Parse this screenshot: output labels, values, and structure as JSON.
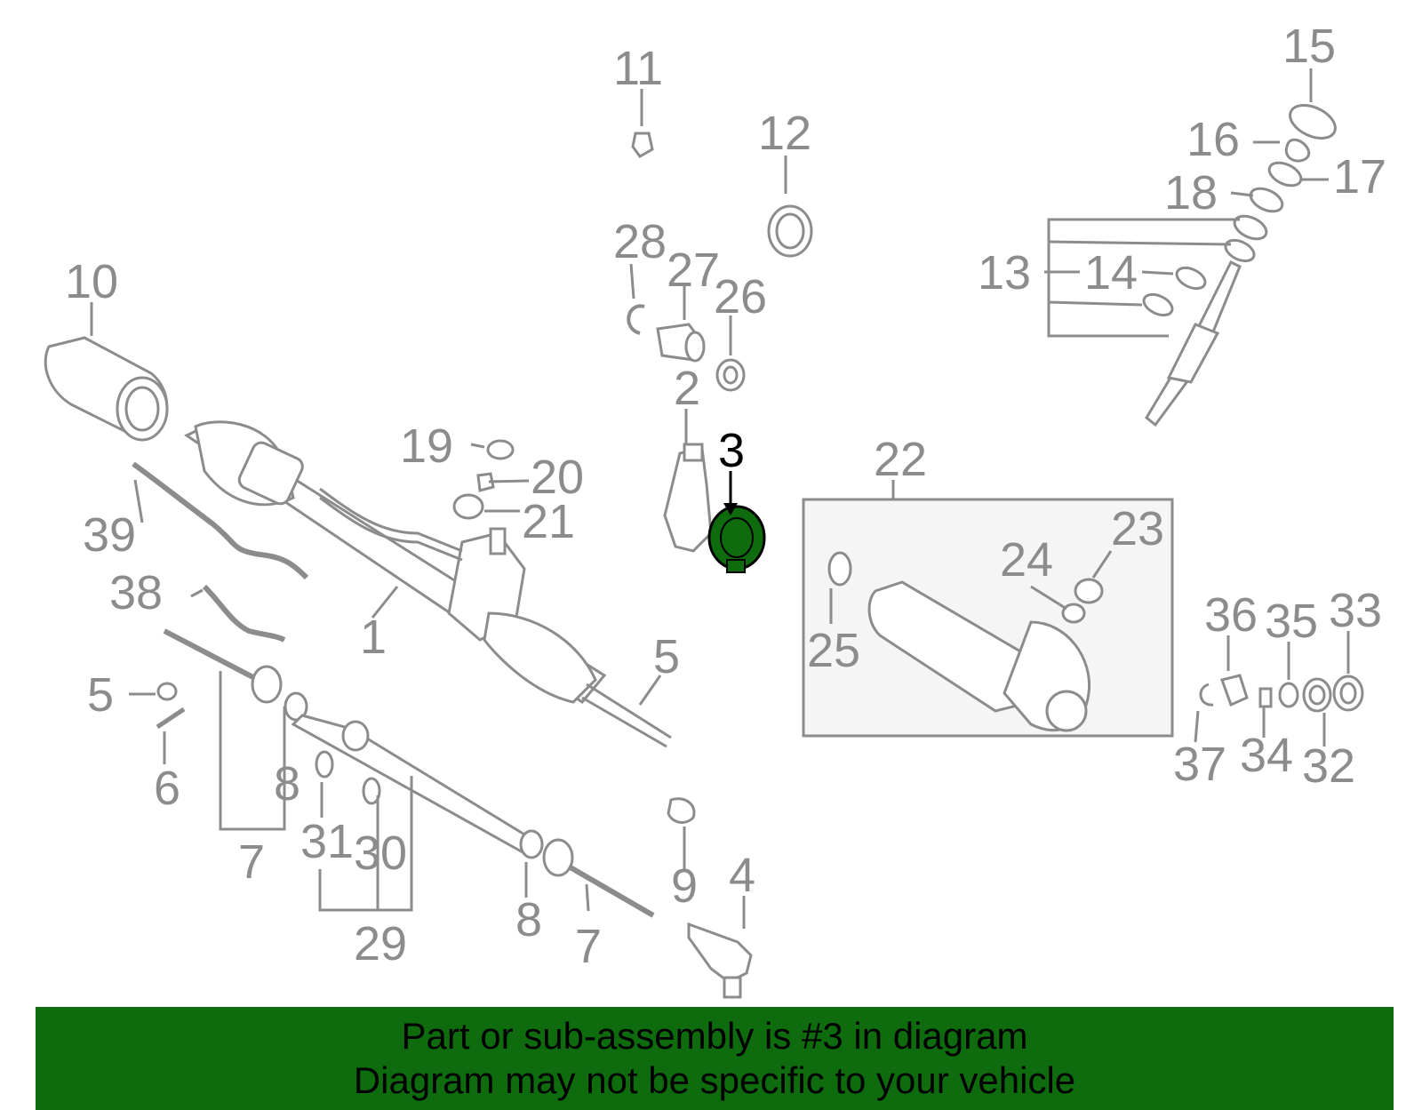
{
  "callouts": {
    "c1": "1",
    "c2": "2",
    "c3": "3",
    "c4": "4",
    "c5a": "5",
    "c5b": "5",
    "c6": "6",
    "c7a": "7",
    "c7b": "7",
    "c8a": "8",
    "c8b": "8",
    "c9": "9",
    "c10": "10",
    "c11": "11",
    "c12": "12",
    "c13": "13",
    "c14": "14",
    "c15": "15",
    "c16": "16",
    "c17": "17",
    "c18": "18",
    "c19": "19",
    "c20": "20",
    "c21": "21",
    "c22": "22",
    "c23": "23",
    "c24": "24",
    "c25": "25",
    "c26": "26",
    "c27": "27",
    "c28": "28",
    "c29": "29",
    "c30": "30",
    "c31": "31",
    "c32": "32",
    "c33": "33",
    "c34": "34",
    "c35": "35",
    "c36": "36",
    "c37": "37",
    "c38": "38",
    "c39": "39"
  },
  "highlight": {
    "part": "3",
    "color": "#0e6b0e"
  },
  "colors": {
    "line": "#8c8c8c",
    "banner": "#0e6b0e",
    "inset_bg": "#f5f5f5"
  },
  "banner": {
    "line1": "Part or sub-assembly is #3 in diagram",
    "line2": "Diagram may not be specific to your vehicle"
  }
}
